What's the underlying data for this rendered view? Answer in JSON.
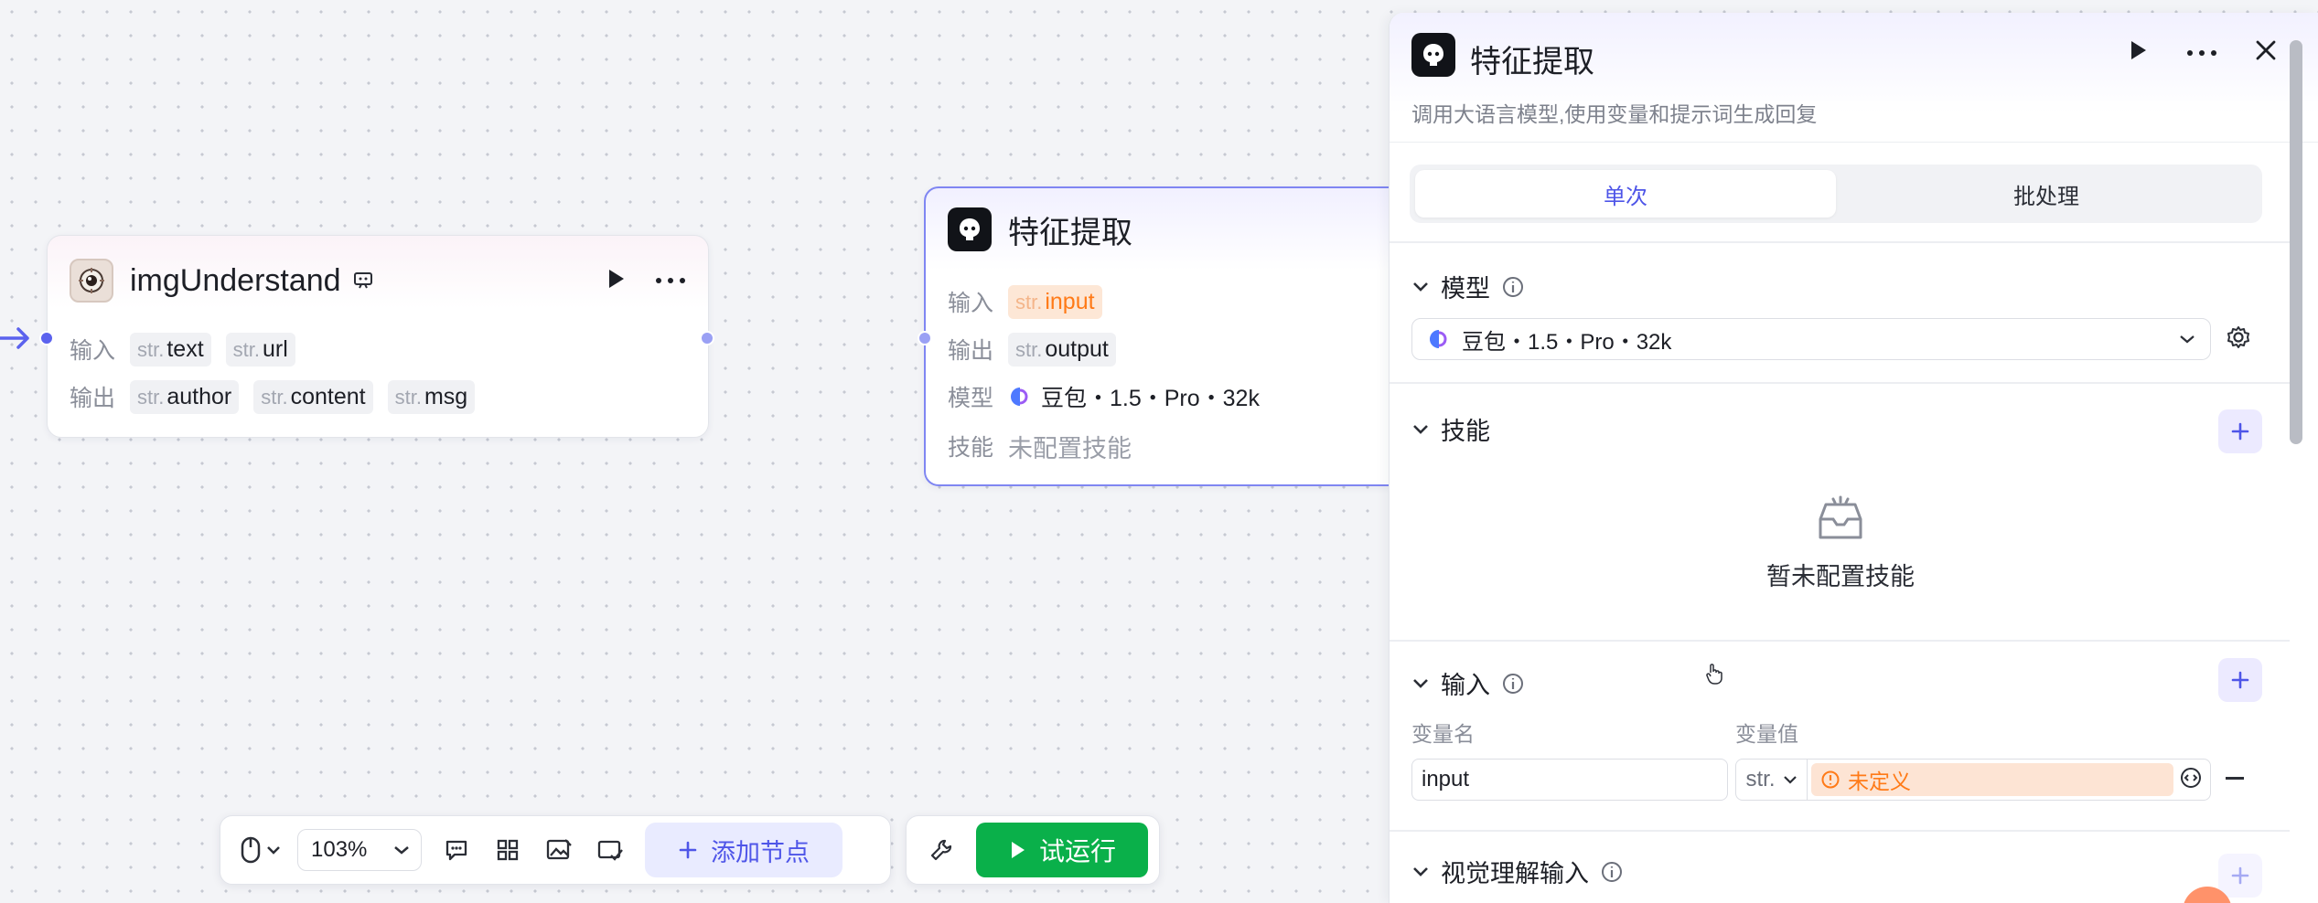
{
  "colors": {
    "accent": "#4e55e8",
    "run_green": "#0ab04a",
    "warning": "#ff7a17",
    "port": "#7f86f2"
  },
  "nodes": [
    {
      "title": "imgUnderstand",
      "icon": "image-understand-icon",
      "badge_icon": "subflow-icon",
      "input_label": "输入",
      "output_label": "输出",
      "inputs": [
        {
          "type": "str.",
          "name": "text"
        },
        {
          "type": "str.",
          "name": "url"
        }
      ],
      "outputs": [
        {
          "type": "str.",
          "name": "author"
        },
        {
          "type": "str.",
          "name": "content"
        },
        {
          "type": "str.",
          "name": "msg"
        }
      ]
    },
    {
      "title": "特征提取",
      "icon": "llm-robot-icon",
      "input_label": "输入",
      "output_label": "输出",
      "model_label": "模型",
      "skill_label": "技能",
      "inputs": [
        {
          "type": "str.",
          "name": "input"
        }
      ],
      "outputs": [
        {
          "type": "str.",
          "name": "output"
        }
      ],
      "model": "豆包・1.5・Pro・32k",
      "skill_value": "未配置技能"
    }
  ],
  "toolbar": {
    "zoom": "103%",
    "add_node": "添加节点",
    "run": "试运行"
  },
  "panel": {
    "title": "特征提取",
    "description": "调用大语言模型,使用变量和提示词生成回复",
    "tabs": [
      {
        "label": "单次",
        "active": true
      },
      {
        "label": "批处理",
        "active": false
      }
    ],
    "model_section": {
      "title": "模型",
      "value": "豆包・1.5・Pro・32k"
    },
    "skill_section": {
      "title": "技能",
      "empty": "暂未配置技能"
    },
    "input_section": {
      "title": "输入",
      "col_name": "变量名",
      "col_value": "变量值",
      "row": {
        "name": "input",
        "type": "str.",
        "value": "未定义"
      }
    },
    "vision_section": {
      "title": "视觉理解输入"
    }
  }
}
